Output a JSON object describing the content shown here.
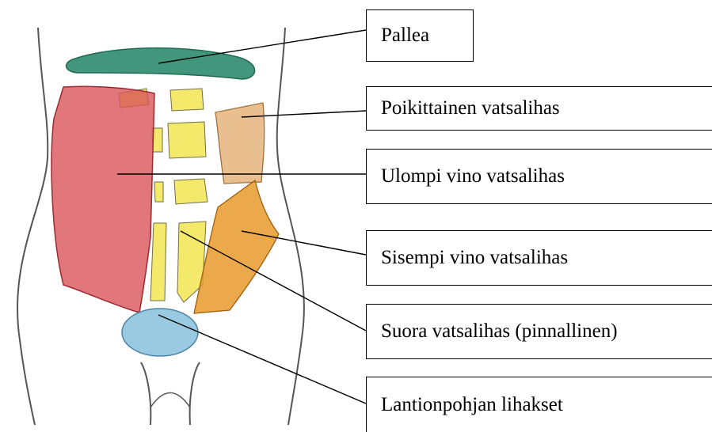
{
  "labels": {
    "diaphragm": "Pallea",
    "transverse_abdominis": "Poikittainen vatsalihas",
    "external_oblique": "Ulompi vino vatsalihas",
    "internal_oblique": "Sisempi vino vatsalihas",
    "rectus_abdominis": "Suora vatsalihas (pinnallinen)",
    "pelvic_floor": "Lantionpohjan lihakset"
  },
  "colors": {
    "diaphragm": "#2e8b6e",
    "external_oblique": "#d9545a",
    "transverse_abdominis": "#e6b47c",
    "internal_oblique": "#e79a2c",
    "rectus_abdominis": "#f2e550",
    "pelvic_floor": "#8ec4df",
    "outline": "#555555"
  }
}
